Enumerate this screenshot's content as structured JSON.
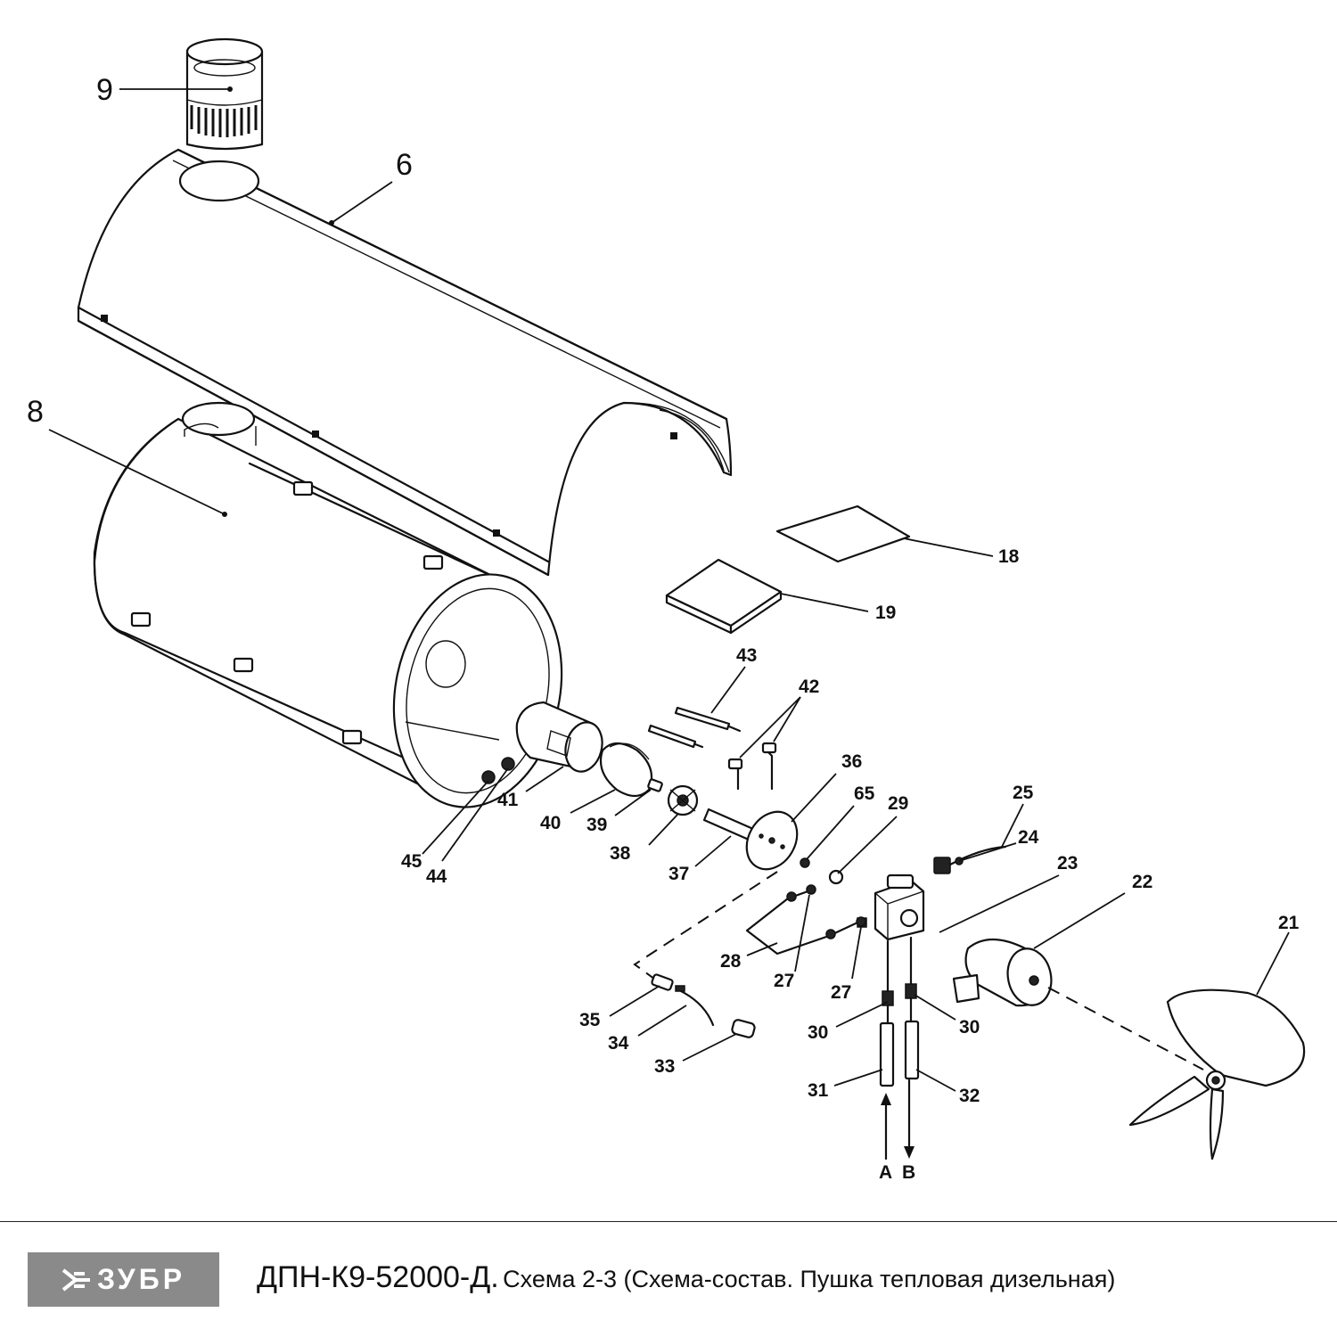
{
  "diagram": {
    "labels": {
      "p9": "9",
      "p6": "6",
      "p8": "8",
      "p18": "18",
      "p19": "19",
      "p43": "43",
      "p42": "42",
      "p36": "36",
      "p65": "65",
      "p29": "29",
      "p25": "25",
      "p24": "24",
      "p23": "23",
      "p22": "22",
      "p21": "21",
      "p41": "41",
      "p40": "40",
      "p39": "39",
      "p38": "38",
      "p37": "37",
      "p45": "45",
      "p44": "44",
      "p28": "28",
      "p27a": "27",
      "p27b": "27",
      "p35": "35",
      "p34": "34",
      "p33": "33",
      "p30a": "30",
      "p30b": "30",
      "p31": "31",
      "p32": "32",
      "arrow_a": "A",
      "arrow_b": "B"
    }
  },
  "footer": {
    "logo_text": "ЗУБР",
    "model": "ДПН-К9-52000-Д.",
    "description": "Схема 2-3 (Схема-состав. Пушка тепловая дизельная)",
    "logo_color": "#8a8a8a"
  }
}
